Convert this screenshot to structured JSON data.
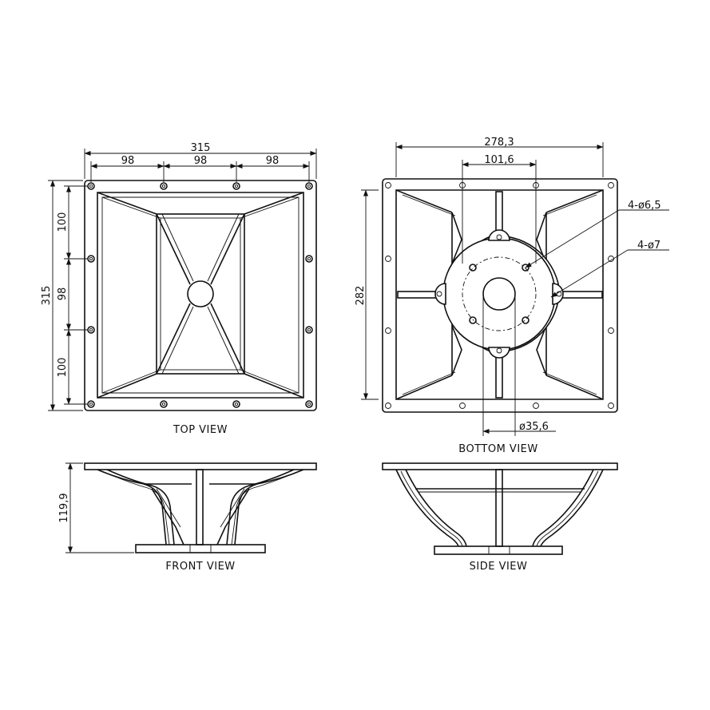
{
  "views": {
    "top": {
      "caption": "TOP VIEW",
      "dims": {
        "overall_width": "315",
        "seg_left": "98",
        "seg_mid": "98",
        "seg_right": "98",
        "overall_height": "315",
        "v_top": "100",
        "v_mid": "98",
        "v_bottom": "100"
      }
    },
    "bottom": {
      "caption": "BOTTOM VIEW",
      "dims": {
        "overall_width": "278,3",
        "bolt_circle": "101,6",
        "height": "282",
        "holes_a": "4-ø6,5",
        "holes_b": "4-ø7",
        "throat": "ø35,6"
      }
    },
    "front": {
      "caption": "FRONT VIEW",
      "dims": {
        "depth": "119,9"
      }
    },
    "side": {
      "caption": "SIDE VIEW"
    }
  }
}
